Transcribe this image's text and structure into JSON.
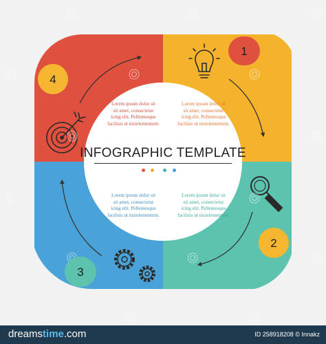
{
  "title": "INFOGRAPHIC TEMPLATE",
  "colors": {
    "red": "#e0503f",
    "yellow": "#f4b32b",
    "teal": "#5cc3ae",
    "blue": "#4aa3d8",
    "orange_badge": "#f6b730"
  },
  "title_dots": [
    "#e0573f",
    "#f3ac2d",
    "#3fb8ac",
    "#4a9ee0"
  ],
  "steps": [
    {
      "number": "1",
      "icon": "lightbulb-icon",
      "text_color": "#e6712e",
      "lines": [
        "Lorem ipsum dolor sit",
        "sit amet, consectetur",
        "icing elit. Pellentesque",
        "facilisis ut nisielementum."
      ]
    },
    {
      "number": "2",
      "icon": "magnifier-icon",
      "text_color": "#3aa99a",
      "lines": [
        "Lorem ipsum dolor sit",
        "sit amet, consectetur",
        "icing elit. Pellentesque",
        "facilisis ut nisielementum."
      ]
    },
    {
      "number": "3",
      "icon": "gears-icon",
      "text_color": "#3f8cc2",
      "lines": [
        "Lorem ipsum dolor sit",
        "sit amet, consectetur",
        "icing elit. Pellentesque",
        "facilisis ut nisielementum."
      ]
    },
    {
      "number": "4",
      "icon": "target-icon",
      "text_color": "#d24b3b",
      "lines": [
        "Lorem ipsum dolor sit",
        "sit amet, consectetur",
        "icing elit. Pellentesque",
        "facilisis ut nisielementum."
      ]
    }
  ],
  "footer": {
    "logo_prefix": "dreams",
    "logo_suffix": "time",
    "logo_tld": ".com",
    "id_text": "ID 258918208",
    "copyright_text": "© Innakz"
  }
}
